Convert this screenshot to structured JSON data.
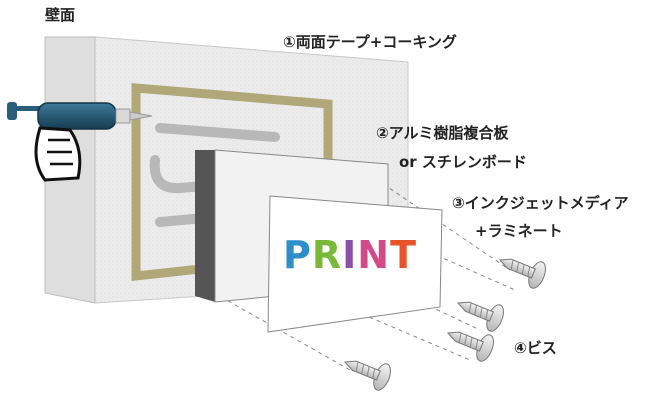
{
  "labels": {
    "wall": "壁面",
    "step1": "①両面テープ+コーキング",
    "step2_line1": "②アルミ樹脂複合板",
    "step2_line2": "or スチレンボード",
    "step3_line1": "③インクジェットメディア",
    "step3_line2": "+ラミネート",
    "step4": "④ビス"
  },
  "print_text": {
    "letters": [
      "P",
      "R",
      "I",
      "N",
      "T"
    ],
    "colors": [
      "#2e8ec9",
      "#7ab83a",
      "#8a4fa8",
      "#d4498a",
      "#e8542a"
    ]
  },
  "colors": {
    "wall": "#ececec",
    "tape_frame": "#b0a878",
    "caulking": "#b8b8b8",
    "panel_edge": "#555555",
    "panel_face": "#f2f2f2",
    "media": "#ffffff",
    "gun_body": "#1f4d66",
    "screw": "#d8d8d8"
  },
  "icons": [
    "caulking-gun-icon",
    "screw-icon"
  ]
}
